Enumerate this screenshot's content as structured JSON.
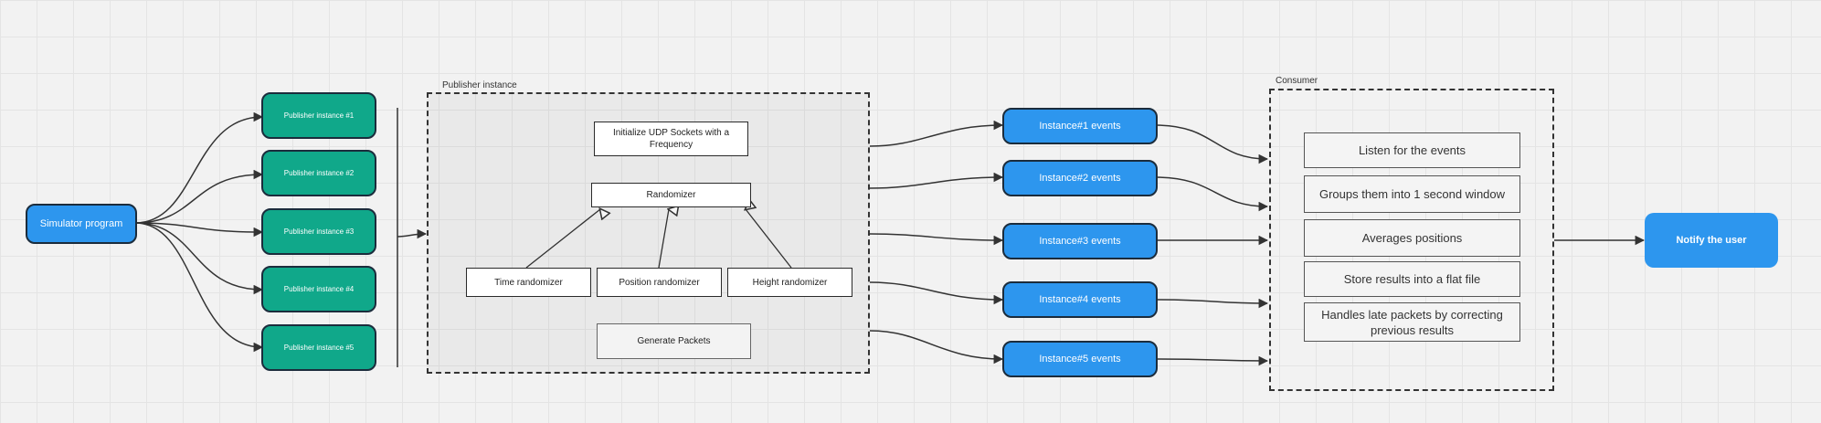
{
  "simulator": {
    "label": "Simulator program"
  },
  "publishers": [
    {
      "label": "Publisher instance #1"
    },
    {
      "label": "Publisher instance #2"
    },
    {
      "label": "Publisher instance #3"
    },
    {
      "label": "Publisher instance #4"
    },
    {
      "label": "Publisher instance #5"
    }
  ],
  "publisher_frame": {
    "title": "Publisher instance",
    "init_sockets": "Initialize UDP Sockets with a Frequency",
    "randomizer": "Randomizer",
    "randomizers": [
      {
        "label": "Time randomizer"
      },
      {
        "label": "Position randomizer"
      },
      {
        "label": "Height randomizer"
      }
    ],
    "generate": "Generate Packets"
  },
  "events": [
    {
      "label": "Instance#1 events"
    },
    {
      "label": "Instance#2 events"
    },
    {
      "label": "Instance#3 events"
    },
    {
      "label": "Instance#4 events"
    },
    {
      "label": "Instance#5 events"
    }
  ],
  "consumer": {
    "title": "Consumer",
    "steps": [
      {
        "label": "Listen for the events"
      },
      {
        "label": "Groups them into 1 second window"
      },
      {
        "label": "Averages positions"
      },
      {
        "label": "Store results into a flat file"
      },
      {
        "label": "Handles late packets by correcting previous results"
      }
    ]
  },
  "notify": {
    "label": "Notify the user"
  },
  "colors": {
    "blue": "#2d96ee",
    "green": "#10a88a",
    "edge": "#333333"
  }
}
